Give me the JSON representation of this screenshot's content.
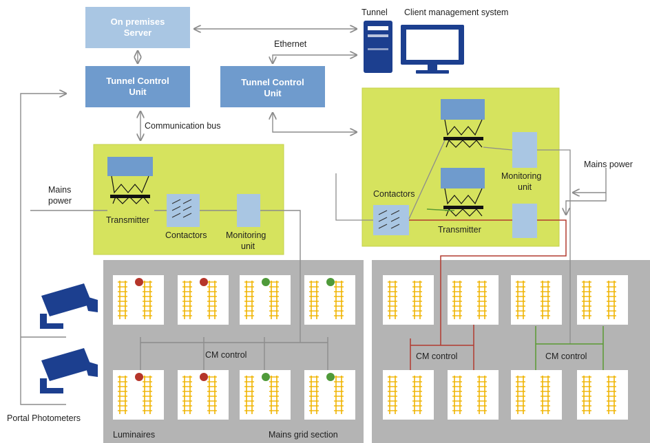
{
  "colors": {
    "box_light": "#a9c6e3",
    "box_dark": "#6f9bcd",
    "panel_green": "#d6e35e",
    "grid_gray": "#b4b4b4",
    "red_line": "#b23a2e",
    "green_line": "#5a9a32",
    "arrow_gray": "#8c8c8c",
    "lamp_yellow": "#f0b400",
    "dot_red": "#b5352a",
    "dot_green": "#4f9a3a",
    "camera_blue": "#1c3f8f"
  },
  "boxes": {
    "server": [
      "On premises",
      "Server"
    ],
    "tcu_left": [
      "Tunnel Control",
      "Unit"
    ],
    "tcu_right": [
      "Tunnel Control",
      "Unit"
    ]
  },
  "labels": {
    "tunnel": "Tunnel",
    "client": "Client management system",
    "ethernet": "Ethernet",
    "comm_bus": "Communication bus",
    "mains_power_left": [
      "Mains",
      "power"
    ],
    "mains_power_right": "Mains power",
    "transmitter_left": "Transmitter",
    "transmitter_right": "Transmitter",
    "contactors_left": "Contactors",
    "contactors_right": "Contactors",
    "monitoring_left": [
      "Monitoring",
      "unit"
    ],
    "monitoring_right": [
      "Monitoring",
      "unit"
    ],
    "cm_left": "CM control",
    "cm_right_red": "CM control",
    "cm_right_green": "CM control",
    "portal": "Portal Photometers",
    "luminaires": "Luminaires",
    "mains_grid": "Mains grid section"
  },
  "luminaire_status": {
    "left_top": [
      "red",
      "red",
      "green",
      "green"
    ],
    "left_bottom": [
      "red",
      "red",
      "green",
      "green"
    ]
  }
}
